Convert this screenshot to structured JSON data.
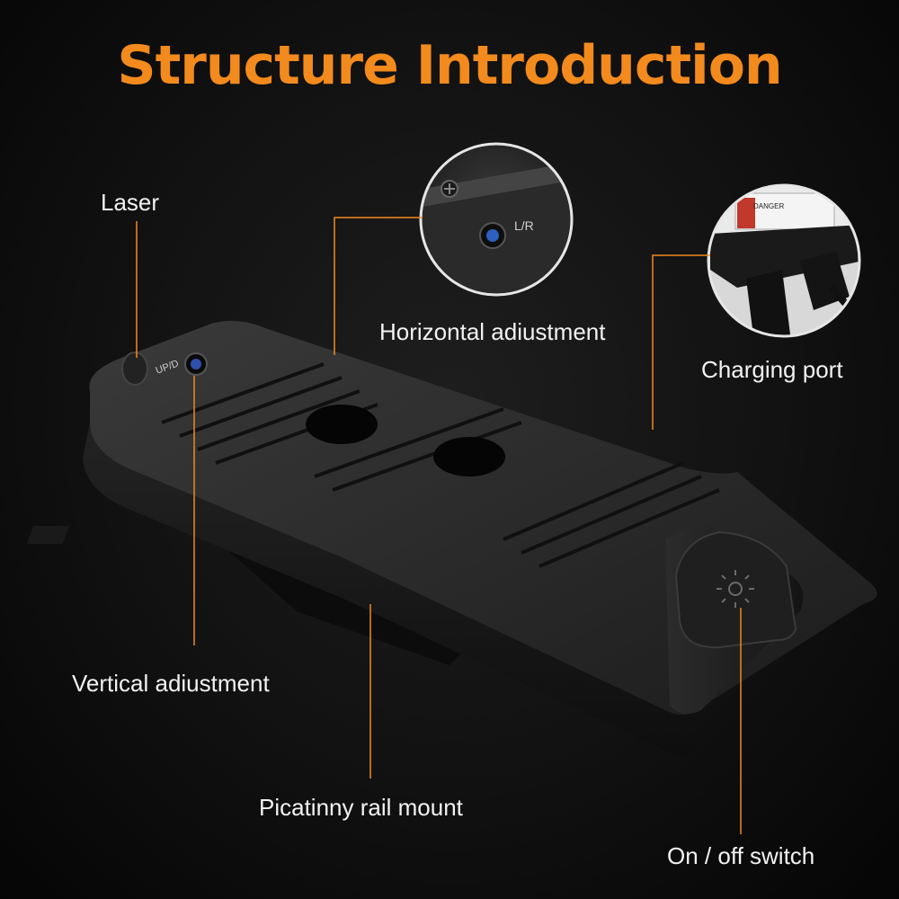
{
  "title": "Structure Introduction",
  "labels": {
    "laser": "Laser",
    "horizontal": "Horizontal adiustment",
    "charging": "Charging port",
    "vertical": "Vertical adiustment",
    "picatinny": "Picatinny rail mount",
    "switch": "On / off switch"
  },
  "device_marks": {
    "up_d": "UP/D",
    "l_r": "L/R",
    "danger": "DANGER"
  },
  "colors": {
    "accent": "#f28a1d",
    "text": "#f2f2f2"
  }
}
